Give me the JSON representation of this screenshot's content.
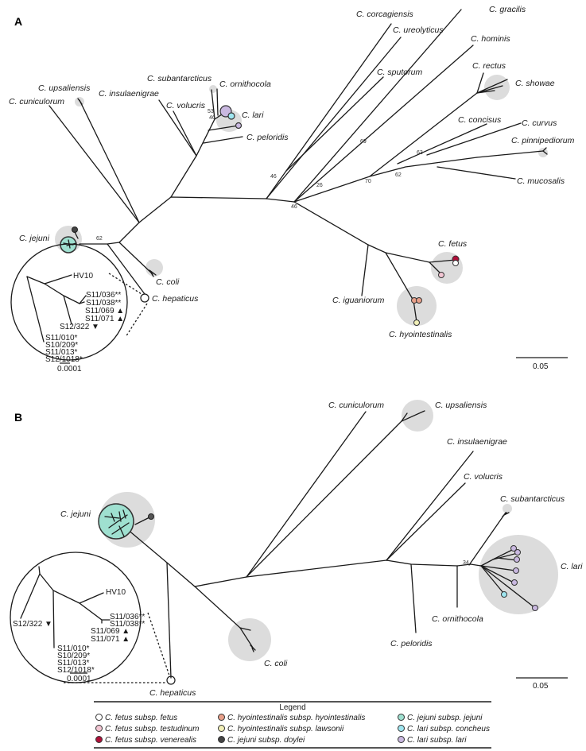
{
  "panels": {
    "a": {
      "label": "A",
      "taxa": {
        "corcagiensis": "C. corcagiensis",
        "ureolyticus": "C. ureolyticus",
        "gracilis": "C. gracilis",
        "hominis": "C. hominis",
        "sputorum": "C. sputorum",
        "rectus": "C. rectus",
        "showae": "C. showae",
        "concisus": "C. concisus",
        "curvus": "C. curvus",
        "pinnipediorum": "C. pinnipediorum",
        "mucosalis": "C. mucosalis",
        "upsaliensis": "C. upsaliensis",
        "cuniculorum": "C. cuniculorum",
        "insulaenigrae": "C. insulaenigrae",
        "subantarcticus": "C. subantarcticus",
        "ornithocola": "C. ornithocola",
        "volucris": "C. volucris",
        "lari": "C. lari",
        "peloridis": "C. peloridis",
        "jejuni": "C. jejuni",
        "coli": "C. coli",
        "hepaticus": "C. hepaticus",
        "fetus": "C. fetus",
        "iguaniorum": "C. iguaniorum",
        "hyointestinalis": "C. hyointestinalis"
      },
      "bootstrap": [
        "53",
        "46",
        "69",
        "46",
        "26",
        "70",
        "63",
        "62",
        "46",
        "62"
      ],
      "inset": {
        "labels": [
          "HV10",
          "S11/036**",
          "S11/038**",
          "S11/069 ▲",
          "S11/071 ▲",
          "S12/322 ▼",
          "S11/010*",
          "S10/209*",
          "S11/013*",
          "S12/1018*"
        ],
        "scale": "0.0001"
      },
      "scale_bar": "0.05"
    },
    "b": {
      "label": "B",
      "taxa": {
        "cuniculorum": "C. cuniculorum",
        "upsaliensis": "C. upsaliensis",
        "insulaenigrae": "C. insulaenigrae",
        "volucris": "C. volucris",
        "subantarcticus": "C. subantarcticus",
        "lari": "C. lari",
        "ornithocola": "C. ornithocola",
        "peloridis": "C. peloridis",
        "jejuni": "C. jejuni",
        "coli": "C. coli",
        "hepaticus": "C. hepaticus"
      },
      "bootstrap": [
        "34"
      ],
      "inset": {
        "labels": [
          "HV10",
          "S11/036**",
          "S11/038**",
          "S11/069 ▲",
          "S11/071 ▲",
          "S12/322 ▼",
          "S11/010*",
          "S10/209*",
          "S11/013*",
          "S12/1018*"
        ],
        "scale": "0.0001"
      },
      "scale_bar": "0.05"
    }
  },
  "colors": {
    "fetus_fetus": "#ffffff",
    "fetus_testudinum": "#f3c6d3",
    "fetus_venerealis": "#b0103a",
    "hyo_hyo": "#e8a08a",
    "hyo_lawsonii": "#f2f0b8",
    "jejuni_doylei": "#555555",
    "jejuni_jejuni": "#9fe0d0",
    "lari_concheus": "#9fe6f0",
    "lari_lari": "#c9b8e0",
    "halo": "#dcdcdc"
  },
  "legend": {
    "title": "Legend",
    "items": [
      {
        "label": "C. fetus subsp. fetus",
        "color": "#ffffff"
      },
      {
        "label": "C. fetus subsp. testudinum",
        "color": "#f3c6d3"
      },
      {
        "label": "C. fetus subsp. venerealis",
        "color": "#b0103a"
      },
      {
        "label": "C. hyointestinalis subsp. hyointestinalis",
        "color": "#e8a08a"
      },
      {
        "label": "C. hyointestinalis subsp. lawsonii",
        "color": "#f2f0b8"
      },
      {
        "label": "C. jejuni subsp. doylei",
        "color": "#444444"
      },
      {
        "label": "C. jejuni subsp. jejuni",
        "color": "#9fe0d0"
      },
      {
        "label": "C. lari subsp. concheus",
        "color": "#9fe6f0"
      },
      {
        "label": "C. lari subsp. lari",
        "color": "#c9b8e0"
      }
    ]
  }
}
